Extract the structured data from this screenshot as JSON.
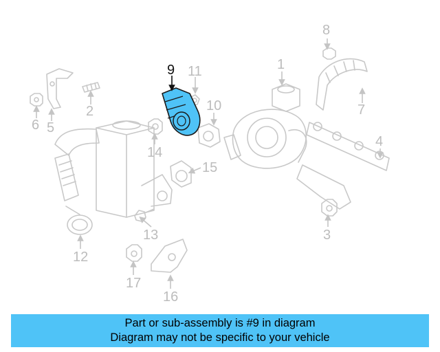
{
  "diagram": {
    "callouts": {
      "c1": "1",
      "c2": "2",
      "c3": "3",
      "c4": "4",
      "c5": "5",
      "c6": "6",
      "c7": "7",
      "c8": "8",
      "c9": "9",
      "c10": "10",
      "c11": "11",
      "c12": "12",
      "c13": "13",
      "c14": "14",
      "c15": "15",
      "c16": "16",
      "c17": "17"
    },
    "highlighted_part": "9",
    "highlight_color": "#4fc3f7",
    "part_color": "#c8c8c8"
  },
  "banner": {
    "line1": "Part or sub-assembly is #9 in diagram",
    "line2": "Diagram may not be specific to your vehicle",
    "color": "#4fc3f7"
  }
}
